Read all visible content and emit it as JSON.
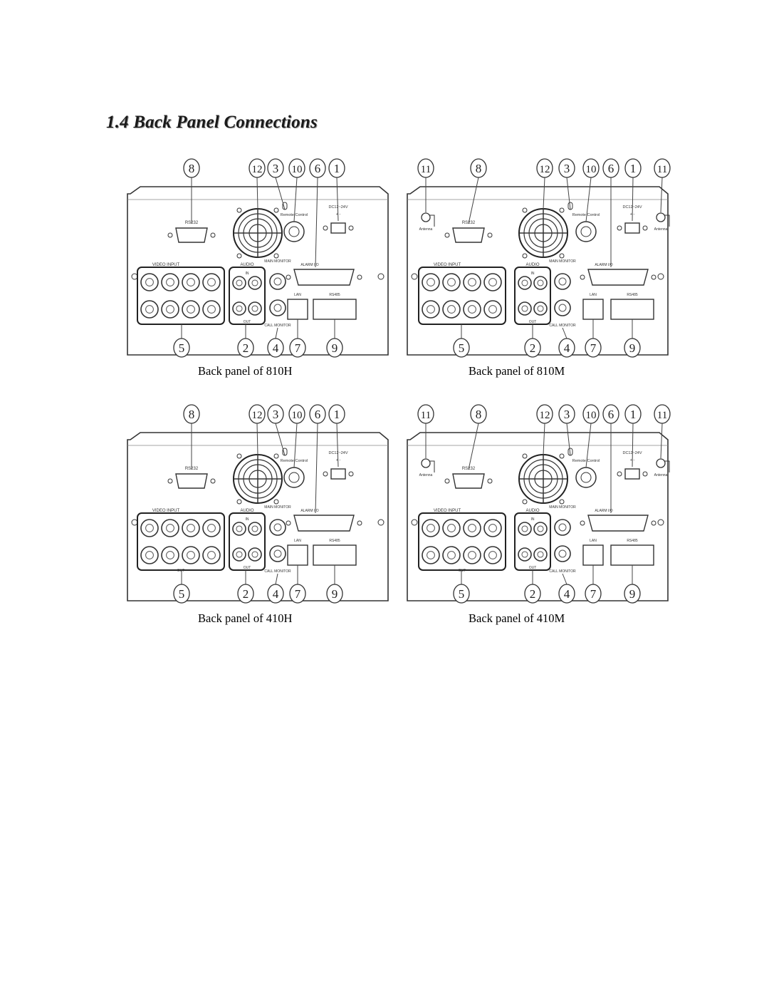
{
  "section": {
    "heading": "1.4 Back Panel Connections"
  },
  "figures": [
    {
      "id": "810H",
      "caption": "Back panel of 810H",
      "has_antenna": false,
      "top_callouts": [
        "8",
        "12",
        "3",
        "10",
        "6",
        "1"
      ],
      "bottom_callouts": [
        "5",
        "2",
        "4",
        "7",
        "9"
      ],
      "video_inputs": 8,
      "labels": {
        "serial": "RS232",
        "remote": "Remote Control",
        "power": "DC12~24V",
        "video_input": "VIDEO INPUT",
        "audio": "AUDIO",
        "audio_in": "IN",
        "audio_out": "OUT",
        "main_monitor": "MAIN MONITOR",
        "call_monitor": "CALL MONITOR",
        "alarm": "ALARM I/O",
        "lan": "LAN",
        "rs485": "RS485"
      }
    },
    {
      "id": "810M",
      "caption": "Back panel of 810M",
      "has_antenna": true,
      "top_callouts": [
        "11",
        "8",
        "12",
        "3",
        "10",
        "6",
        "1",
        "11"
      ],
      "bottom_callouts": [
        "5",
        "2",
        "4",
        "7",
        "9"
      ],
      "video_inputs": 8,
      "labels": {
        "serial": "RS232",
        "remote": "Remote Control",
        "power": "DC12~24V",
        "antenna": "Antenna",
        "video_input": "VIDEO INPUT",
        "audio": "AUDIO",
        "audio_in": "IN",
        "audio_out": "OUT",
        "main_monitor": "MAIN MONITOR",
        "call_monitor": "CALL MONITOR",
        "alarm": "ALARM I/O",
        "lan": "LAN",
        "rs485": "RS485"
      }
    },
    {
      "id": "410H",
      "caption": "Back panel of 410H",
      "has_antenna": false,
      "top_callouts": [
        "8",
        "12",
        "3",
        "10",
        "6",
        "1"
      ],
      "bottom_callouts": [
        "5",
        "2",
        "4",
        "7",
        "9"
      ],
      "video_inputs": 4,
      "labels": {
        "serial": "RS232",
        "remote": "Remote Control",
        "power": "DC12~24V",
        "video_input": "VIDEO INPUT",
        "video_out": "OUT",
        "audio": "AUDIO",
        "audio_in": "IN",
        "audio_out": "OUT",
        "main_monitor": "MAIN MONITOR",
        "call_monitor": "CALL MONITOR",
        "alarm": "ALARM I/O",
        "lan": "LAN",
        "rs485": "RS485"
      }
    },
    {
      "id": "410M",
      "caption": "Back panel of 410M",
      "has_antenna": true,
      "top_callouts": [
        "11",
        "8",
        "12",
        "3",
        "10",
        "6",
        "1",
        "11"
      ],
      "bottom_callouts": [
        "5",
        "2",
        "4",
        "7",
        "9"
      ],
      "video_inputs": 4,
      "labels": {
        "serial": "RS232",
        "remote": "Remote Control",
        "power": "DC12~24V",
        "antenna": "Antenna",
        "video_input": "VIDEO INPUT",
        "video_out": "OUT",
        "audio": "AUDIO",
        "audio_in": "IN",
        "audio_out": "OUT",
        "main_monitor": "MAIN MONITOR",
        "call_monitor": "CALL MONITOR",
        "alarm": "ALARM I/O",
        "lan": "LAN",
        "rs485": "RS485"
      }
    }
  ]
}
